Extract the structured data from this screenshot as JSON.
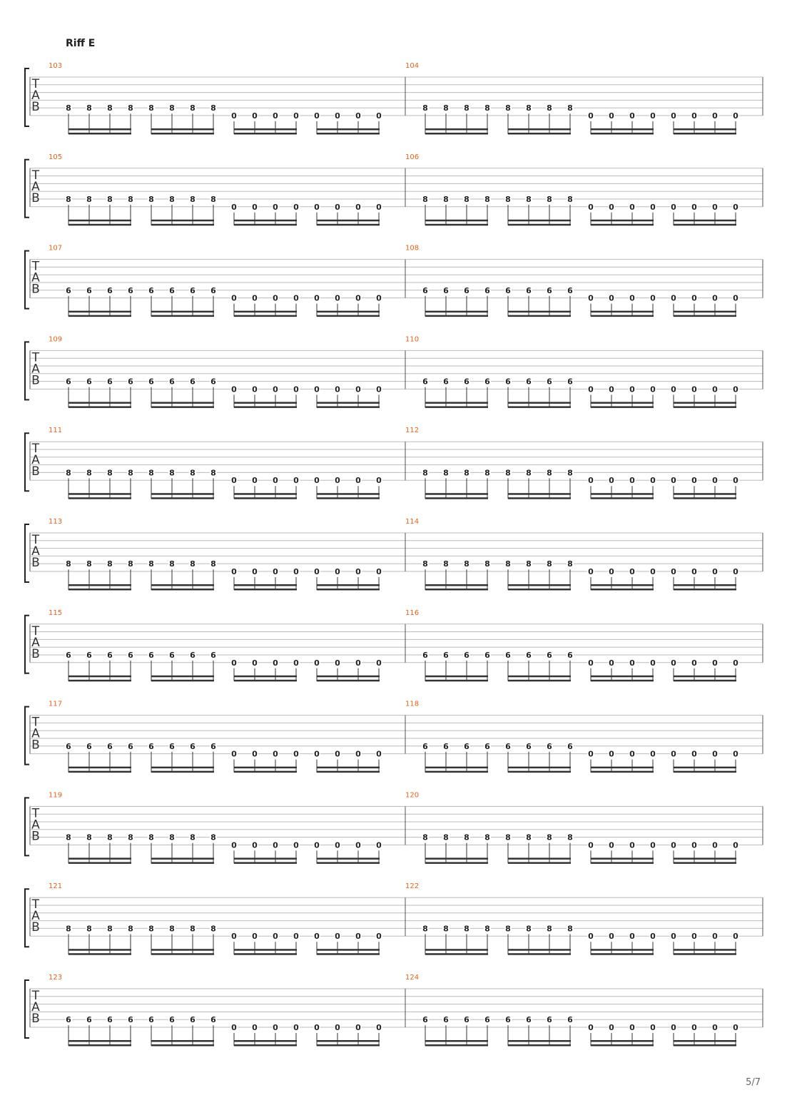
{
  "section_title": "Riff E",
  "page_number": "5/7",
  "tab_clef": [
    "T",
    "A",
    "B"
  ],
  "systems": [
    {
      "measures": [
        {
          "number": "103",
          "frets": [
            "8",
            "8",
            "8",
            "8",
            "8",
            "8",
            "8",
            "8",
            "0",
            "0",
            "0",
            "0",
            "0",
            "0",
            "0",
            "0"
          ]
        },
        {
          "number": "104",
          "frets": [
            "8",
            "8",
            "8",
            "8",
            "8",
            "8",
            "8",
            "8",
            "0",
            "0",
            "0",
            "0",
            "0",
            "0",
            "0",
            "0"
          ]
        }
      ]
    },
    {
      "measures": [
        {
          "number": "105",
          "frets": [
            "8",
            "8",
            "8",
            "8",
            "8",
            "8",
            "8",
            "8",
            "0",
            "0",
            "0",
            "0",
            "0",
            "0",
            "0",
            "0"
          ]
        },
        {
          "number": "106",
          "frets": [
            "8",
            "8",
            "8",
            "8",
            "8",
            "8",
            "8",
            "8",
            "0",
            "0",
            "0",
            "0",
            "0",
            "0",
            "0",
            "0"
          ]
        }
      ]
    },
    {
      "measures": [
        {
          "number": "107",
          "frets": [
            "6",
            "6",
            "6",
            "6",
            "6",
            "6",
            "6",
            "6",
            "0",
            "0",
            "0",
            "0",
            "0",
            "0",
            "0",
            "0"
          ]
        },
        {
          "number": "108",
          "frets": [
            "6",
            "6",
            "6",
            "6",
            "6",
            "6",
            "6",
            "6",
            "0",
            "0",
            "0",
            "0",
            "0",
            "0",
            "0",
            "0"
          ]
        }
      ]
    },
    {
      "measures": [
        {
          "number": "109",
          "frets": [
            "6",
            "6",
            "6",
            "6",
            "6",
            "6",
            "6",
            "6",
            "0",
            "0",
            "0",
            "0",
            "0",
            "0",
            "0",
            "0"
          ]
        },
        {
          "number": "110",
          "frets": [
            "6",
            "6",
            "6",
            "6",
            "6",
            "6",
            "6",
            "6",
            "0",
            "0",
            "0",
            "0",
            "0",
            "0",
            "0",
            "0"
          ]
        }
      ]
    },
    {
      "measures": [
        {
          "number": "111",
          "frets": [
            "8",
            "8",
            "8",
            "8",
            "8",
            "8",
            "8",
            "8",
            "0",
            "0",
            "0",
            "0",
            "0",
            "0",
            "0",
            "0"
          ]
        },
        {
          "number": "112",
          "frets": [
            "8",
            "8",
            "8",
            "8",
            "8",
            "8",
            "8",
            "8",
            "0",
            "0",
            "0",
            "0",
            "0",
            "0",
            "0",
            "0"
          ]
        }
      ]
    },
    {
      "measures": [
        {
          "number": "113",
          "frets": [
            "8",
            "8",
            "8",
            "8",
            "8",
            "8",
            "8",
            "8",
            "0",
            "0",
            "0",
            "0",
            "0",
            "0",
            "0",
            "0"
          ]
        },
        {
          "number": "114",
          "frets": [
            "8",
            "8",
            "8",
            "8",
            "8",
            "8",
            "8",
            "8",
            "0",
            "0",
            "0",
            "0",
            "0",
            "0",
            "0",
            "0"
          ]
        }
      ]
    },
    {
      "measures": [
        {
          "number": "115",
          "frets": [
            "6",
            "6",
            "6",
            "6",
            "6",
            "6",
            "6",
            "6",
            "0",
            "0",
            "0",
            "0",
            "0",
            "0",
            "0",
            "0"
          ]
        },
        {
          "number": "116",
          "frets": [
            "6",
            "6",
            "6",
            "6",
            "6",
            "6",
            "6",
            "6",
            "0",
            "0",
            "0",
            "0",
            "0",
            "0",
            "0",
            "0"
          ]
        }
      ]
    },
    {
      "measures": [
        {
          "number": "117",
          "frets": [
            "6",
            "6",
            "6",
            "6",
            "6",
            "6",
            "6",
            "6",
            "0",
            "0",
            "0",
            "0",
            "0",
            "0",
            "0",
            "0"
          ]
        },
        {
          "number": "118",
          "frets": [
            "6",
            "6",
            "6",
            "6",
            "6",
            "6",
            "6",
            "6",
            "0",
            "0",
            "0",
            "0",
            "0",
            "0",
            "0",
            "0"
          ]
        }
      ]
    },
    {
      "measures": [
        {
          "number": "119",
          "frets": [
            "8",
            "8",
            "8",
            "8",
            "8",
            "8",
            "8",
            "8",
            "0",
            "0",
            "0",
            "0",
            "0",
            "0",
            "0",
            "0"
          ]
        },
        {
          "number": "120",
          "frets": [
            "8",
            "8",
            "8",
            "8",
            "8",
            "8",
            "8",
            "8",
            "0",
            "0",
            "0",
            "0",
            "0",
            "0",
            "0",
            "0"
          ]
        }
      ]
    },
    {
      "measures": [
        {
          "number": "121",
          "frets": [
            "8",
            "8",
            "8",
            "8",
            "8",
            "8",
            "8",
            "8",
            "0",
            "0",
            "0",
            "0",
            "0",
            "0",
            "0",
            "0"
          ]
        },
        {
          "number": "122",
          "frets": [
            "8",
            "8",
            "8",
            "8",
            "8",
            "8",
            "8",
            "8",
            "0",
            "0",
            "0",
            "0",
            "0",
            "0",
            "0",
            "0"
          ]
        }
      ]
    },
    {
      "measures": [
        {
          "number": "123",
          "frets": [
            "6",
            "6",
            "6",
            "6",
            "6",
            "6",
            "6",
            "6",
            "0",
            "0",
            "0",
            "0",
            "0",
            "0",
            "0",
            "0"
          ]
        },
        {
          "number": "124",
          "frets": [
            "6",
            "6",
            "6",
            "6",
            "6",
            "6",
            "6",
            "6",
            "0",
            "0",
            "0",
            "0",
            "0",
            "0",
            "0",
            "0"
          ]
        }
      ]
    }
  ]
}
